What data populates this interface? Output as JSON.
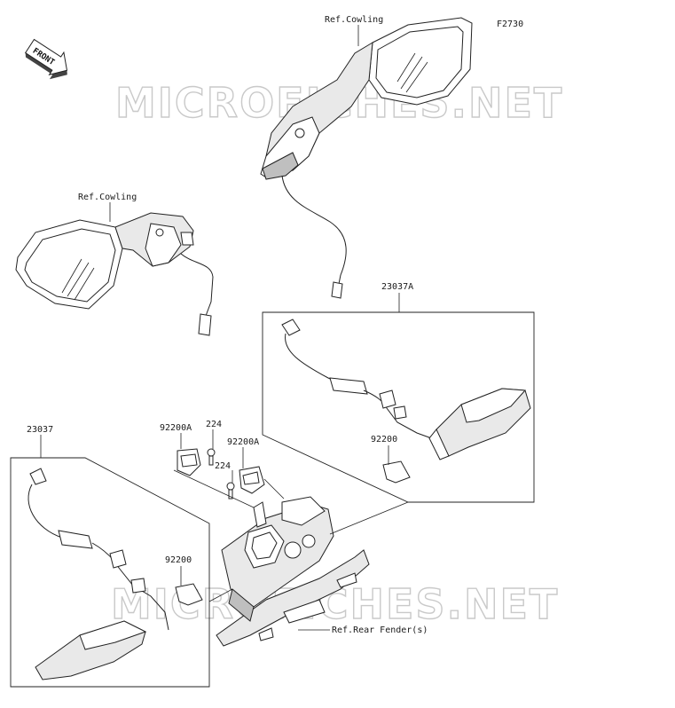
{
  "figure_code": "F2730",
  "direction_badge": "FRONT",
  "watermark": "MICROFICHES.NET",
  "labels": {
    "ref_cowling_top": "Ref.Cowling",
    "ref_cowling_left": "Ref.Cowling",
    "part_23037A": "23037A",
    "part_23037": "23037",
    "part_92200A_1": "92200A",
    "part_92200A_2": "92200A",
    "part_224_1": "224",
    "part_224_2": "224",
    "part_92200_right": "92200",
    "part_92200_left": "92200",
    "ref_rear_fender": "Ref.Rear Fender(s)"
  }
}
